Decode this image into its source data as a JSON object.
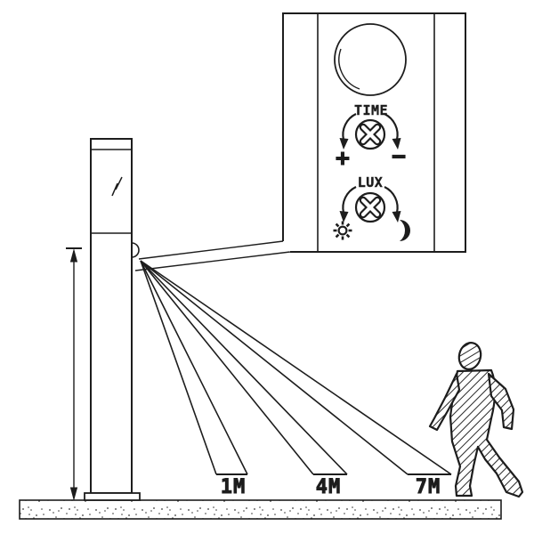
{
  "colors": {
    "line": "#1d1d1d",
    "background": "#ffffff"
  },
  "detail_panel": {
    "time_dial": {
      "label": "TIME",
      "increase_symbol": "+",
      "decrease_symbol": "−"
    },
    "lux_dial": {
      "label": "LUX"
    },
    "icons": {
      "dome": "pir-sensor-dome",
      "dial": "screw-slot-dial",
      "bright_end": "sun",
      "dark_end": "moon"
    }
  },
  "detection": {
    "range_labels": [
      "1M",
      "4M",
      "7M"
    ]
  },
  "scene_icons": {
    "pole": "bollard-sensor-light",
    "sensor": "pir-sensor-bump",
    "figure": "walking-person",
    "dimension": "height-dimension-arrow",
    "ground": "ground-surface"
  }
}
